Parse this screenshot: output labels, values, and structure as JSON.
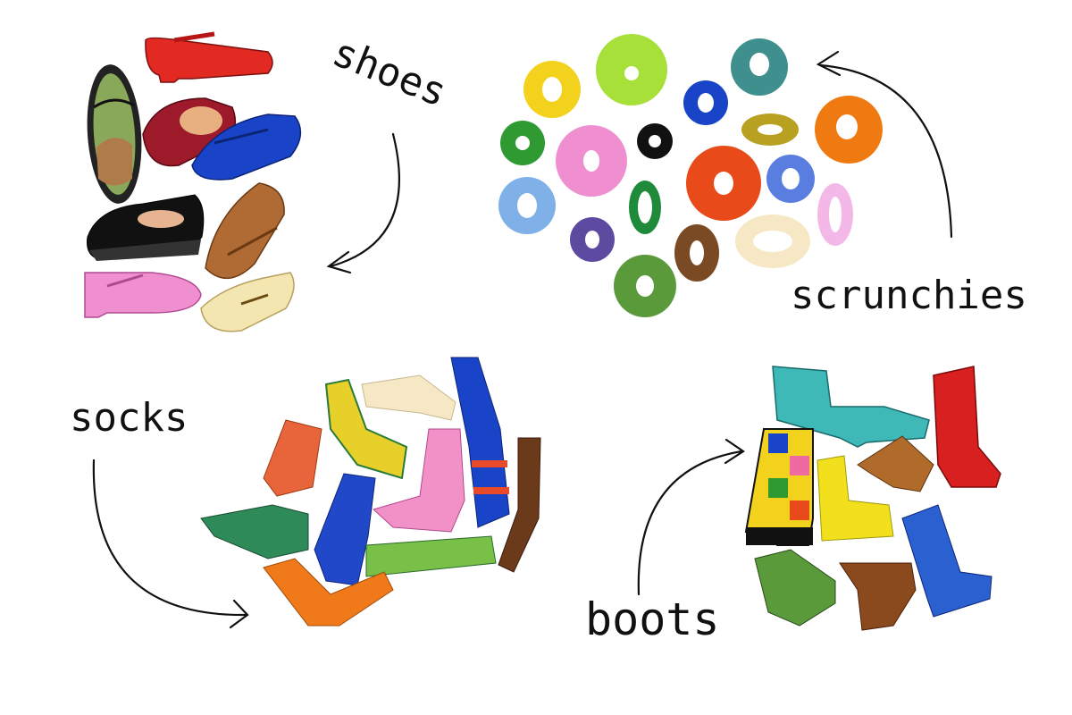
{
  "labels": {
    "shoes": "shoes",
    "scrunchies": "scrunchies",
    "socks": "socks",
    "boots": "boots"
  },
  "colors": {
    "background": "#ffffff",
    "ink": "#111111",
    "red": "#e32a22",
    "burgundy": "#9c1a2a",
    "cobalt": "#1a44c8",
    "olive": "#8aa85a",
    "black": "#111111",
    "tan": "#b06b35",
    "pink": "#ef8fd0",
    "cream": "#f4e6b0",
    "yellow": "#f2d21c",
    "lime": "#a8e03a",
    "teal": "#3f8f8e",
    "orange": "#f07a12",
    "green": "#2f9a32",
    "purple": "#5c4aa0",
    "brown": "#7a4a24",
    "mustard": "#b8a020",
    "sky": "#7fb0e8"
  },
  "illustrations": {
    "shoes_group": "shoe-illustrations",
    "scrunchies_group": "scrunchie-illustrations",
    "socks_group": "sock-illustrations",
    "boots_group": "boot-illustrations"
  }
}
